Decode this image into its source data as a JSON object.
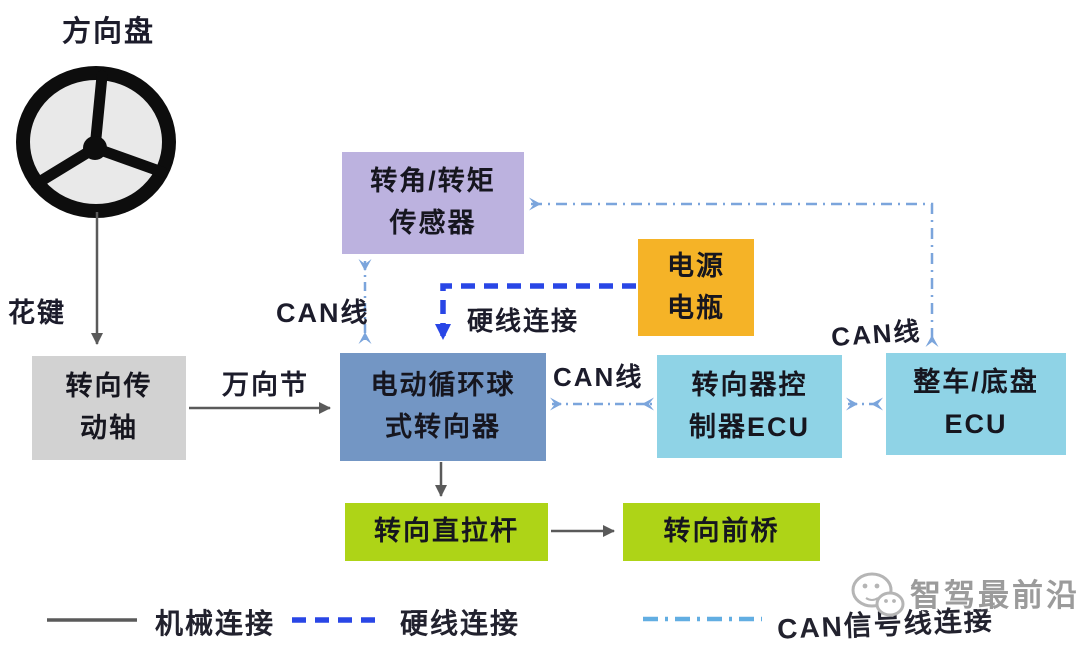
{
  "colors": {
    "box_shaft": "#d2d2d2",
    "box_sensor": "#bcb2df",
    "box_power": "#f5b327",
    "box_gear": "#7396c4",
    "box_ecu": "#8fd3e6",
    "box_green": "#aed417",
    "mech_line": "#5a5a5a",
    "hardwire_line": "#2946e6",
    "can_line": "#7ba5dc",
    "can_legend_line": "#62aee2"
  },
  "labels": {
    "steering_wheel": "方向盘",
    "spline": "花键",
    "universal_joint": "万向节",
    "can_left": "CAN线",
    "can_mid": "CAN线",
    "can_right": "CAN线",
    "hardwire": "硬线连接"
  },
  "nodes": {
    "shaft": {
      "line1": "转向传",
      "line2": "动轴"
    },
    "sensor": {
      "line1": "转角/转矩",
      "line2": "传感器"
    },
    "power": {
      "line1": "电源",
      "line2": "电瓶"
    },
    "gear": {
      "line1": "电动循环球",
      "line2": "式转向器"
    },
    "ecu_steering": {
      "line1": "转向器控",
      "line2": "制器ECU"
    },
    "ecu_vehicle": {
      "line1": "整车/底盘",
      "line2": "ECU"
    },
    "drag_link": {
      "label": "转向直拉杆"
    },
    "front_axle": {
      "label": "转向前桥"
    }
  },
  "legend": {
    "mechanical": "机械连接",
    "hardwire": "硬线连接",
    "can": "CAN信号线连接"
  },
  "watermark": {
    "text": "智驾最前沿"
  }
}
